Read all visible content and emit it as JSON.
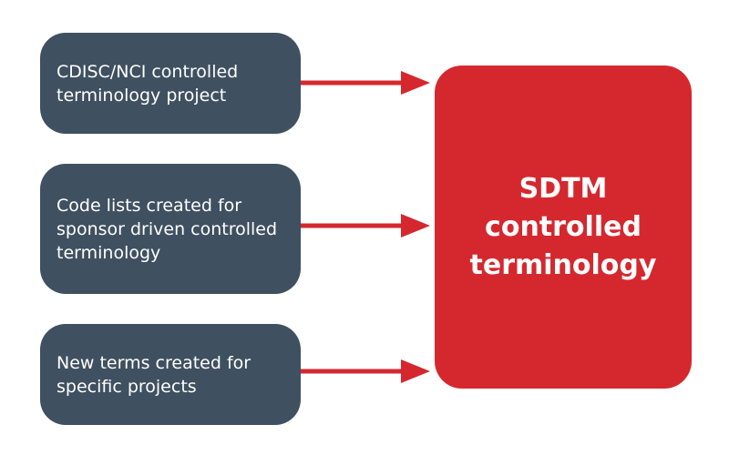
{
  "sources": [
    {
      "label": "CDISC/NCI controlled terminology project"
    },
    {
      "label": "Code lists created for sponsor driven controlled terminology"
    },
    {
      "label": "New terms created for specific projects"
    }
  ],
  "target": {
    "label": "SDTM controlled terminology"
  },
  "colors": {
    "source_box": "#3f5060",
    "target_box": "#d5282e",
    "arrow": "#d5282e"
  }
}
